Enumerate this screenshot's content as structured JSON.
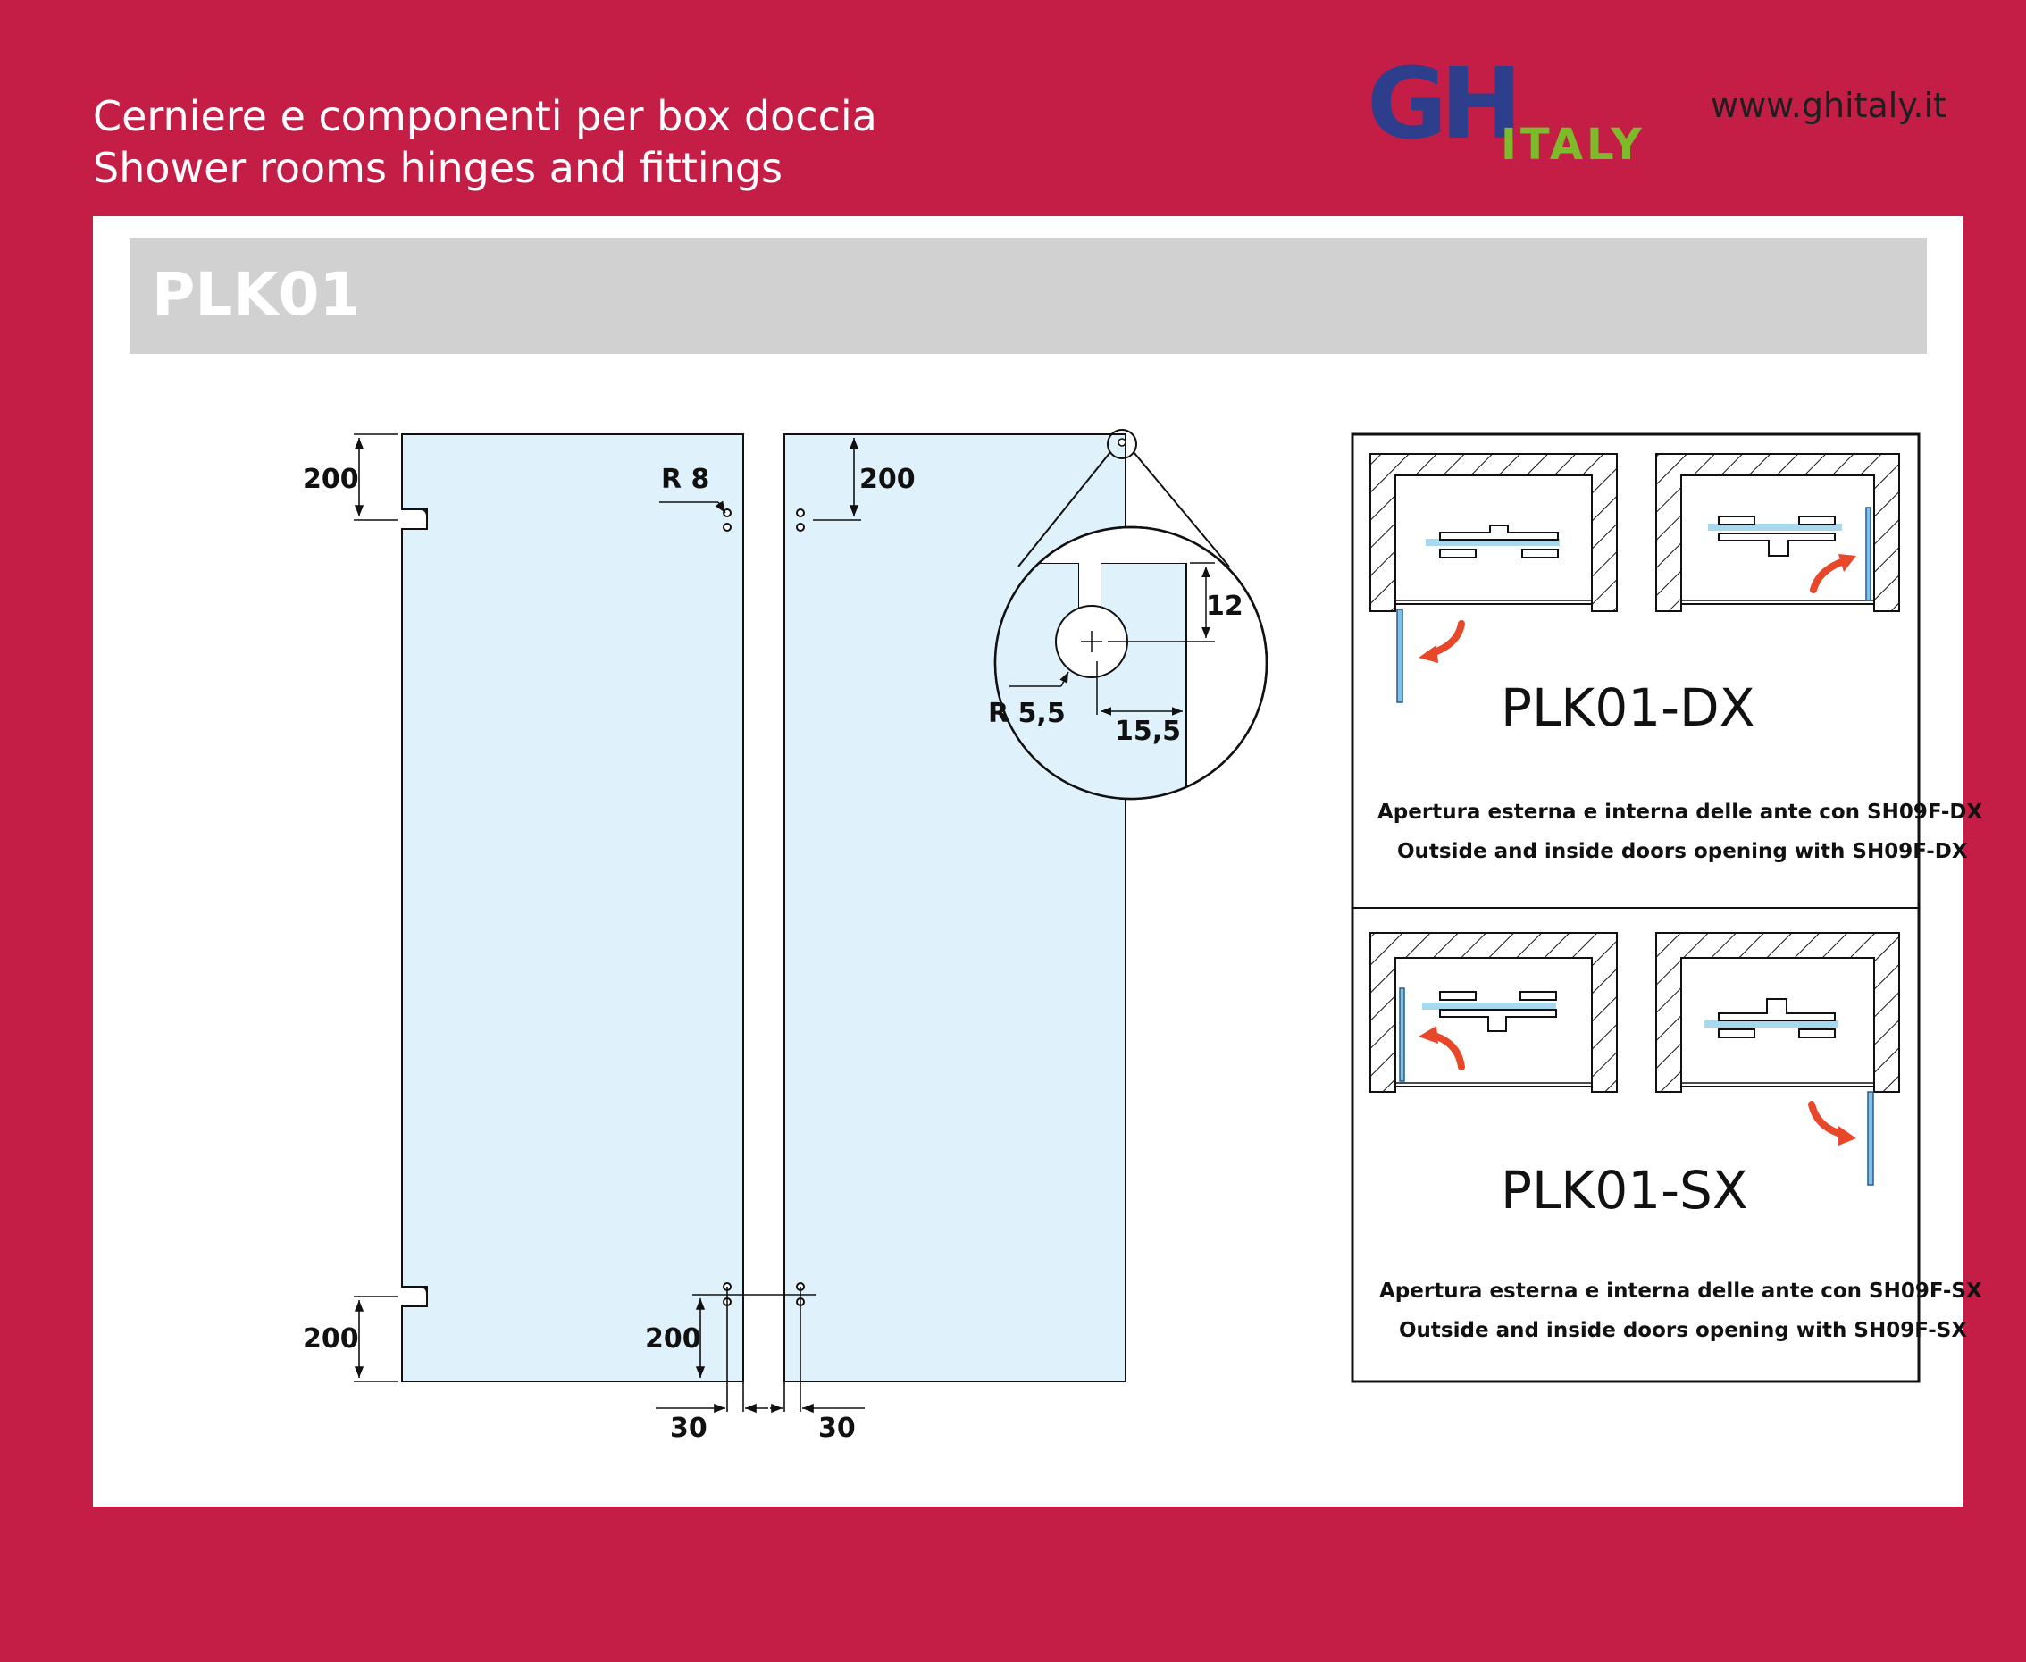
{
  "header": {
    "line1": "Cerniere e componenti per box doccia",
    "line2": "Shower rooms hinges and fittings",
    "logo_text": "GHITALY",
    "website": "www.ghitaly.it"
  },
  "product": {
    "title": "PLK01"
  },
  "drawing": {
    "dim_top_left": "200",
    "dim_bottom_left": "200",
    "dim_radius_hole": "R 8",
    "dim_top_right": "200",
    "dim_bottom_mid": "200",
    "dim_offset_left": "30",
    "dim_offset_right": "30",
    "detail_dim_12": "12",
    "detail_dim_radius": "R 5,5",
    "detail_dim_15_5": "15,5"
  },
  "variants": [
    {
      "label": "PLK01-DX",
      "caption_it": "Apertura esterna e interna delle ante con SH09F-DX",
      "caption_en": "Outside and inside doors opening with SH09F-DX"
    },
    {
      "label": "PLK01-SX",
      "caption_it": "Apertura esterna e interna delle ante con SH09F-SX",
      "caption_en": "Outside and inside doors opening with SH09F-SX"
    }
  ],
  "colors": {
    "brand_red": "#c41e47",
    "logo_blue": "#2d3f8c",
    "logo_green": "#7dbb2a",
    "glass": "#dff1fa",
    "arrow": "#e8472a"
  }
}
